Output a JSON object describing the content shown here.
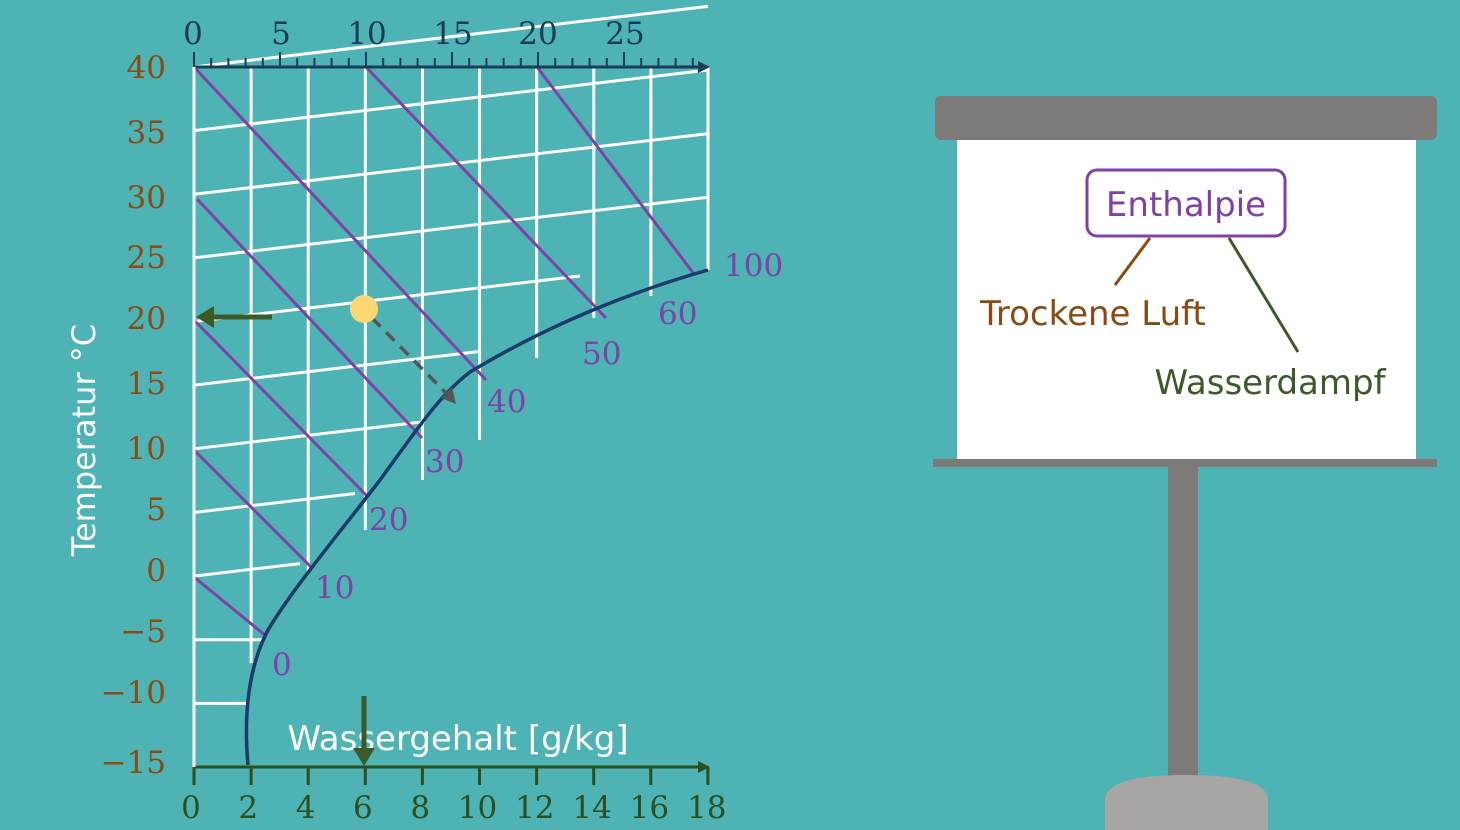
{
  "chart_data": {
    "type": "diagram",
    "title": "",
    "ylabel": "Temperatur °C",
    "xlabel": "Wassergehalt [g/kg]",
    "y_ticks": [
      "40",
      "35",
      "30",
      "25",
      "20",
      "15",
      "10",
      "5",
      "0",
      "−5",
      "−10",
      "−15"
    ],
    "x_ticks_bottom": [
      "0",
      "2",
      "4",
      "6",
      "8",
      "10",
      "12",
      "14",
      "16",
      "18"
    ],
    "x_ticks_top": [
      "0",
      "5",
      "10",
      "15",
      "20",
      "25"
    ],
    "ylim": [
      -15,
      40
    ],
    "xlim": [
      0,
      18
    ],
    "saturation_curve_label": "100",
    "enthalpy_lines": [
      "0",
      "10",
      "20",
      "30",
      "40",
      "50",
      "60"
    ],
    "state_point": {
      "temperature": 20,
      "water_content": 6
    },
    "colors": {
      "background": "#4db3b4",
      "grid": "#ffffff",
      "enthalpy": "#8040a8",
      "saturation": "#1c3a6b",
      "y_tick": "#8a4a10",
      "x_tick_bottom": "#2d4f1e",
      "x_tick_top": "#1c3a5a",
      "state_point": "#fdd771",
      "arrow": "#3c5a28"
    }
  },
  "board": {
    "center_label": "Enthalpie",
    "left_label": "Trockene Luft",
    "right_label": "Wasserdampf",
    "colors": {
      "center": "#8040a8",
      "left": "#8a4a10",
      "right": "#3c5a28",
      "frame": "#7d7a78"
    }
  }
}
